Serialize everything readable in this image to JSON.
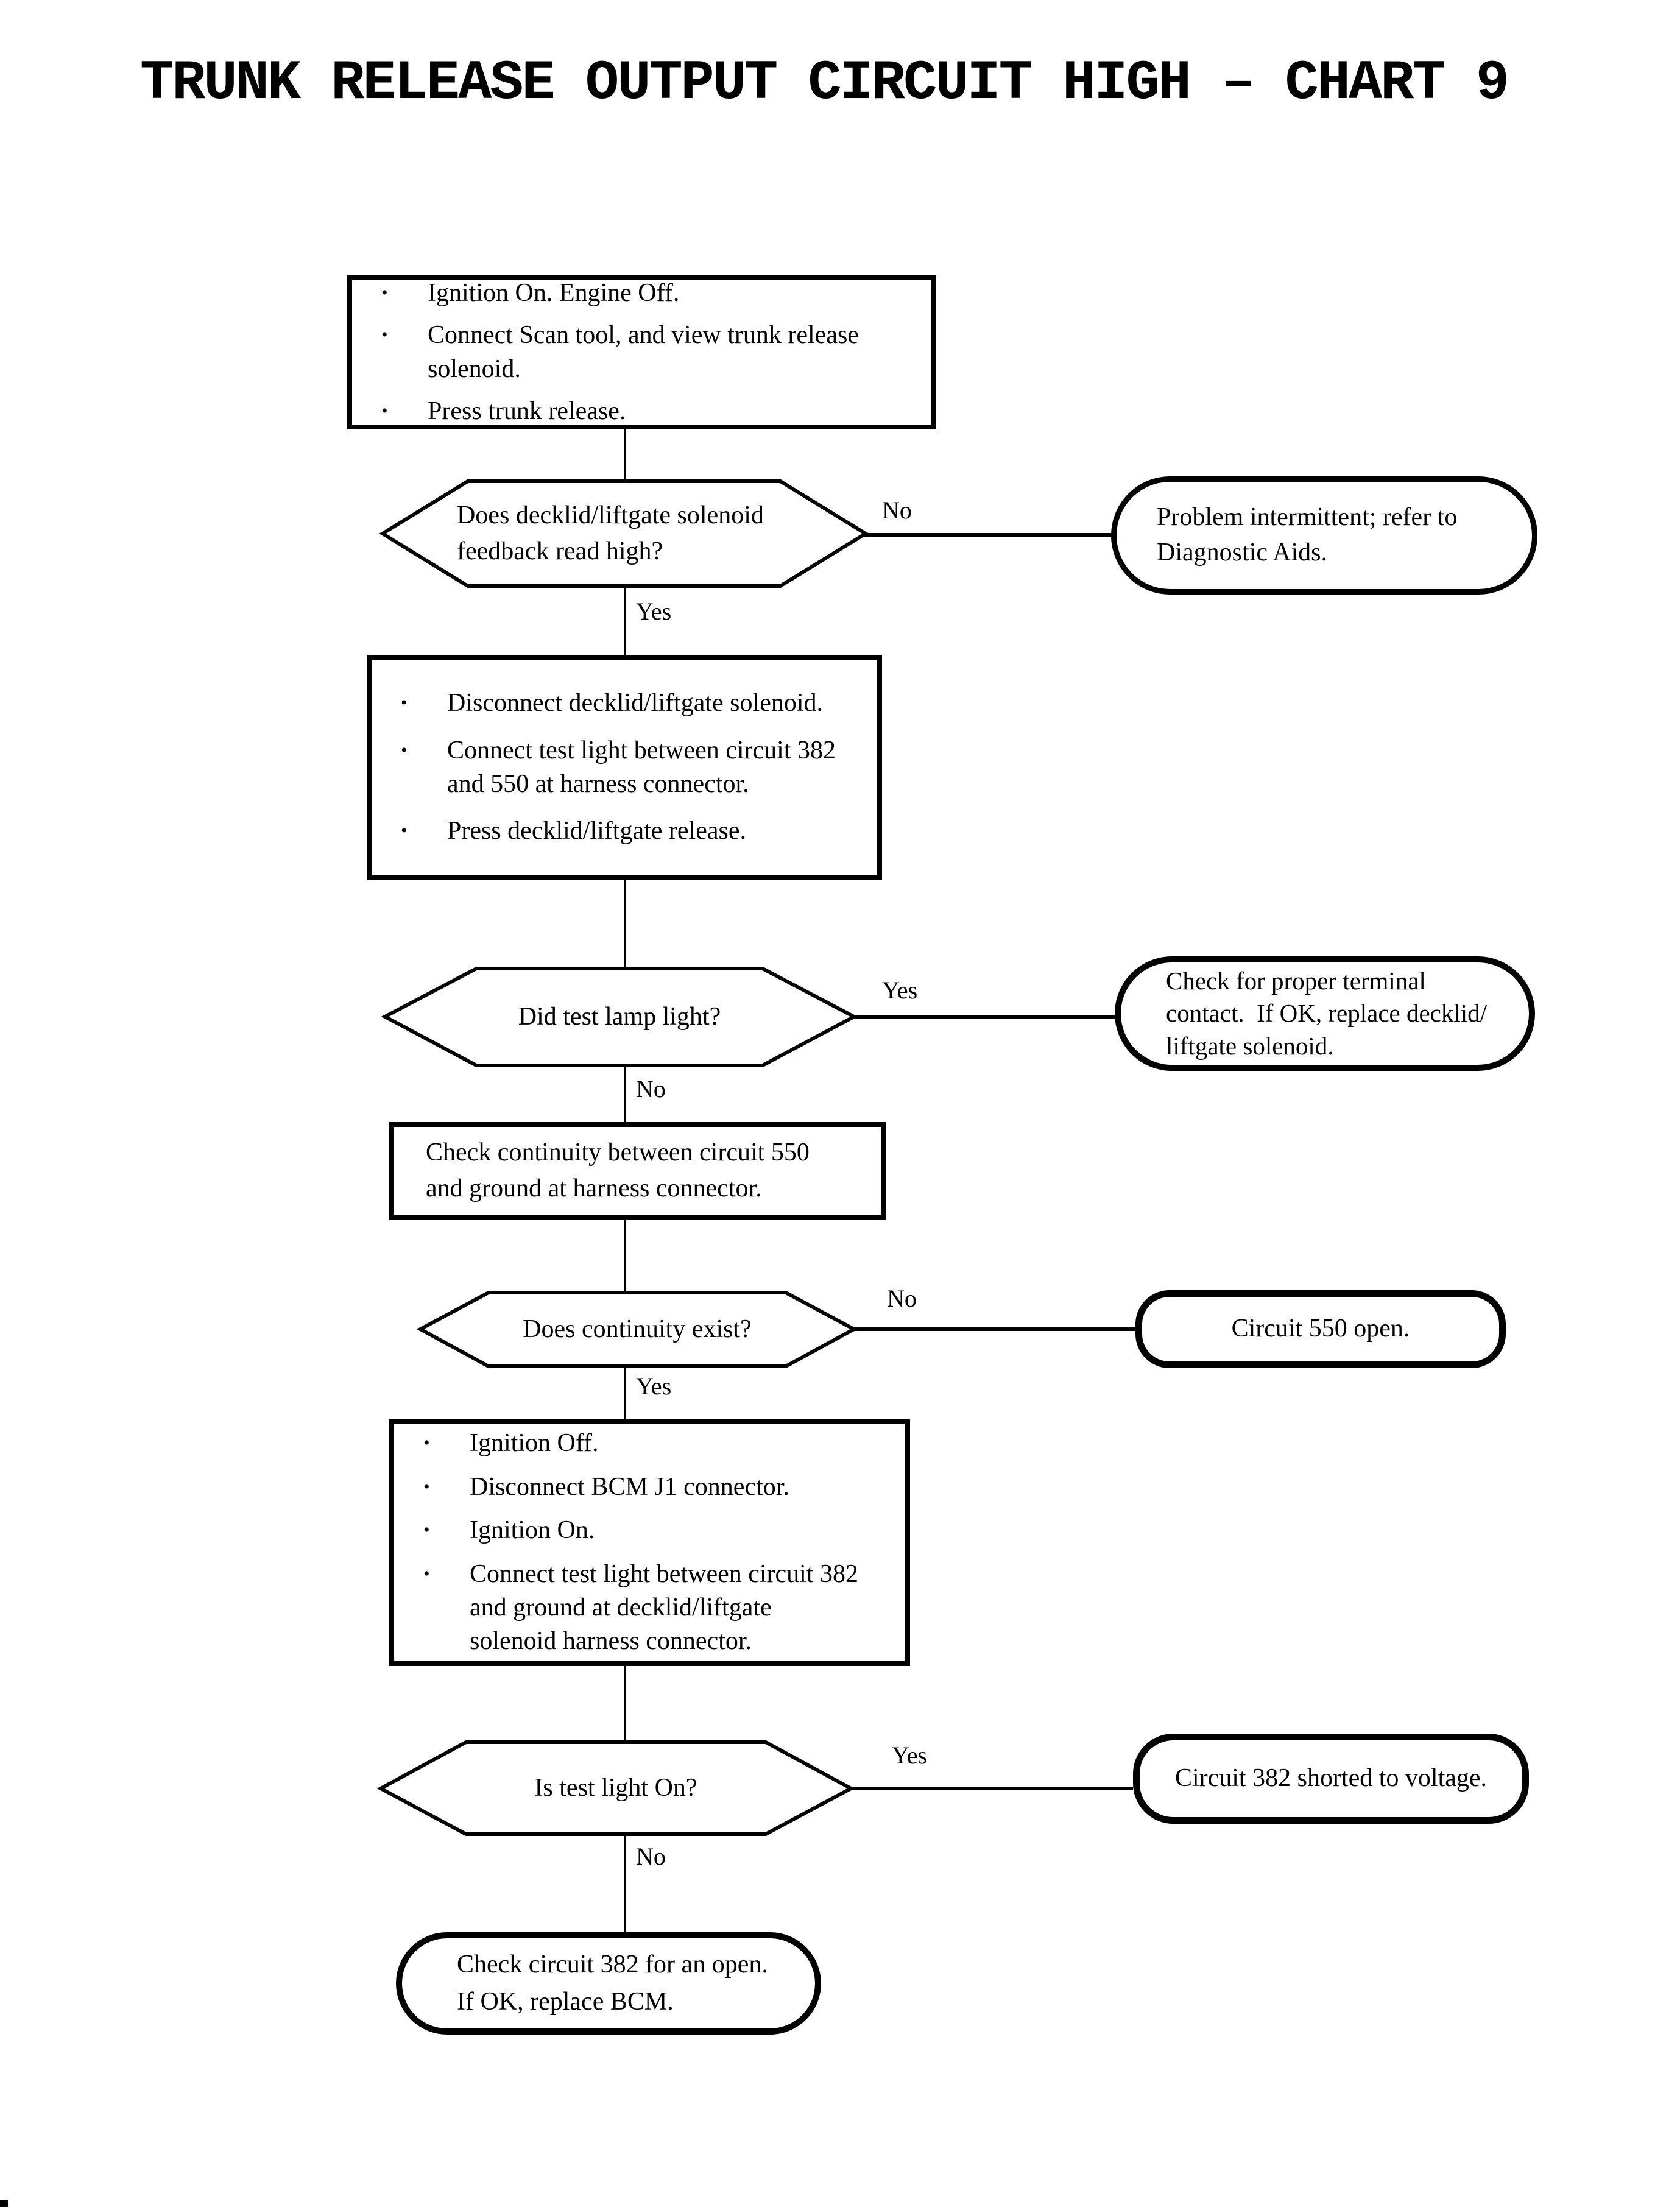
{
  "page": {
    "title": "TRUNK RELEASE OUTPUT CIRCUIT HIGH – CHART 9"
  },
  "colors": {
    "ink": "#000000",
    "paper": "#ffffff"
  },
  "glyphs": {
    "bullet": "•"
  },
  "labels": {
    "yes": "Yes",
    "no": "No"
  },
  "flow": {
    "step1": {
      "bullets": [
        "Ignition On. Engine Off.",
        "Connect Scan tool, and view trunk release\nsolenoid.",
        "Press trunk release."
      ]
    },
    "decision1": {
      "question": "Does decklid/liftgate solenoid\nfeedback read high?"
    },
    "result1": {
      "text": "Problem intermittent; refer to\nDiagnostic Aids."
    },
    "step2": {
      "bullets": [
        "Disconnect decklid/liftgate solenoid.",
        "Connect test light between circuit 382\nand 550 at harness connector.",
        "Press decklid/liftgate release."
      ]
    },
    "decision2": {
      "question": "Did test lamp light?"
    },
    "result2": {
      "text": "Check for proper terminal\ncontact.  If OK, replace decklid/\nliftgate solenoid."
    },
    "step3": {
      "text": "Check continuity between circuit 550\nand ground at harness connector."
    },
    "decision3": {
      "question": "Does continuity exist?"
    },
    "result3": {
      "text": "Circuit 550 open."
    },
    "step4": {
      "bullets": [
        "Ignition Off.",
        "Disconnect BCM J1 connector.",
        "Ignition On.",
        "Connect test light between circuit 382\nand ground at decklid/liftgate\nsolenoid harness connector."
      ]
    },
    "decision4": {
      "question": "Is test light On?"
    },
    "result4": {
      "text": "Circuit 382 shorted to voltage."
    },
    "terminal": {
      "text": "Check circuit 382 for an open.\nIf OK, replace BCM."
    }
  }
}
